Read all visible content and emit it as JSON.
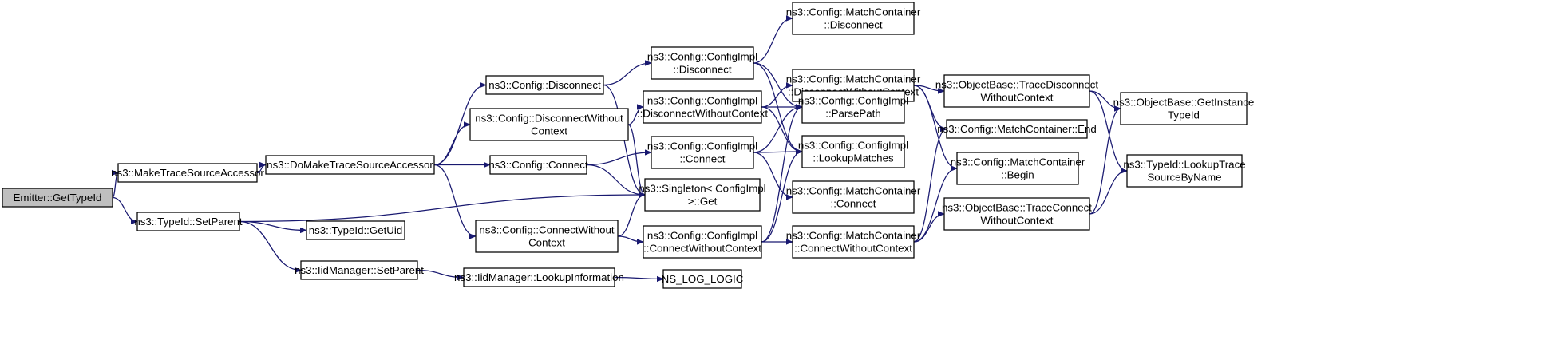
{
  "graph": {
    "edge_color": "#191970",
    "root_fill": "#bfbfbf",
    "nodes": [
      {
        "id": "emitter_gettypeid",
        "lines": [
          "Emitter::GetTypeId"
        ]
      },
      {
        "id": "make_trace_source_accessor",
        "lines": [
          "ns3::MakeTraceSourceAccessor"
        ]
      },
      {
        "id": "typeid_setparent",
        "lines": [
          "ns3::TypeId::SetParent"
        ]
      },
      {
        "id": "do_make_trace_source_accessor",
        "lines": [
          "ns3::DoMakeTraceSourceAccessor"
        ]
      },
      {
        "id": "singleton_get",
        "lines": [
          "ns3::Singleton< ConfigImpl",
          " >::Get"
        ]
      },
      {
        "id": "typeid_getuid",
        "lines": [
          "ns3::TypeId::GetUid"
        ]
      },
      {
        "id": "iidmanager_setparent",
        "lines": [
          "ns3::IidManager::SetParent"
        ]
      },
      {
        "id": "config_disconnect",
        "lines": [
          "ns3::Config::Disconnect"
        ]
      },
      {
        "id": "config_disconnect_without_context",
        "lines": [
          "ns3::Config::DisconnectWithout",
          "Context"
        ]
      },
      {
        "id": "config_connect",
        "lines": [
          "ns3::Config::Connect"
        ]
      },
      {
        "id": "config_connect_without_context",
        "lines": [
          "ns3::Config::ConnectWithout",
          "Context"
        ]
      },
      {
        "id": "iidmanager_lookupinformation",
        "lines": [
          "ns3::IidManager::LookupInformation"
        ]
      },
      {
        "id": "ns_log_logic",
        "lines": [
          "NS_LOG_LOGIC"
        ]
      },
      {
        "id": "configimpl_disconnect",
        "lines": [
          "ns3::Config::ConfigImpl",
          "::Disconnect"
        ]
      },
      {
        "id": "configimpl_disconnect_without_context",
        "lines": [
          "ns3::Config::ConfigImpl",
          "::DisconnectWithoutContext"
        ]
      },
      {
        "id": "configimpl_connect",
        "lines": [
          "ns3::Config::ConfigImpl",
          "::Connect"
        ]
      },
      {
        "id": "configimpl_connect_without_context",
        "lines": [
          "ns3::Config::ConfigImpl",
          "::ConnectWithoutContext"
        ]
      },
      {
        "id": "matchcontainer_disconnect",
        "lines": [
          "ns3::Config::MatchContainer",
          "::Disconnect"
        ]
      },
      {
        "id": "matchcontainer_disconnect_without_context",
        "lines": [
          "ns3::Config::MatchContainer",
          "::DisconnectWithoutContext"
        ]
      },
      {
        "id": "configimpl_parsepath",
        "lines": [
          "ns3::Config::ConfigImpl",
          "::ParsePath"
        ]
      },
      {
        "id": "configimpl_lookupmatches",
        "lines": [
          "ns3::Config::ConfigImpl",
          "::LookupMatches"
        ]
      },
      {
        "id": "matchcontainer_connect",
        "lines": [
          "ns3::Config::MatchContainer",
          "::Connect"
        ]
      },
      {
        "id": "matchcontainer_connect_without_context",
        "lines": [
          "ns3::Config::MatchContainer",
          "::ConnectWithoutContext"
        ]
      },
      {
        "id": "objectbase_trace_disconnect_without_context",
        "lines": [
          "ns3::ObjectBase::TraceDisconnect",
          "WithoutContext"
        ]
      },
      {
        "id": "matchcontainer_end",
        "lines": [
          "ns3::Config::MatchContainer::End"
        ]
      },
      {
        "id": "matchcontainer_begin",
        "lines": [
          "ns3::Config::MatchContainer",
          "::Begin"
        ]
      },
      {
        "id": "objectbase_trace_connect_without_context",
        "lines": [
          "ns3::ObjectBase::TraceConnect",
          "WithoutContext"
        ]
      },
      {
        "id": "objectbase_getinstancetypeid",
        "lines": [
          "ns3::ObjectBase::GetInstance",
          "TypeId"
        ]
      },
      {
        "id": "typeid_lookuptracesourcebyname",
        "lines": [
          "ns3::TypeId::LookupTrace",
          "SourceByName"
        ]
      }
    ],
    "edges": [
      [
        "emitter_gettypeid",
        "make_trace_source_accessor"
      ],
      [
        "emitter_gettypeid",
        "typeid_setparent"
      ],
      [
        "make_trace_source_accessor",
        "do_make_trace_source_accessor"
      ],
      [
        "typeid_setparent",
        "singleton_get"
      ],
      [
        "typeid_setparent",
        "typeid_getuid"
      ],
      [
        "typeid_setparent",
        "iidmanager_setparent"
      ],
      [
        "do_make_trace_source_accessor",
        "config_disconnect"
      ],
      [
        "do_make_trace_source_accessor",
        "config_disconnect_without_context"
      ],
      [
        "do_make_trace_source_accessor",
        "config_connect"
      ],
      [
        "do_make_trace_source_accessor",
        "config_connect_without_context"
      ],
      [
        "iidmanager_setparent",
        "iidmanager_lookupinformation"
      ],
      [
        "iidmanager_lookupinformation",
        "ns_log_logic"
      ],
      [
        "config_disconnect",
        "configimpl_disconnect"
      ],
      [
        "config_disconnect",
        "singleton_get"
      ],
      [
        "config_disconnect_without_context",
        "configimpl_disconnect_without_context"
      ],
      [
        "config_disconnect_without_context",
        "singleton_get"
      ],
      [
        "config_connect",
        "configimpl_connect"
      ],
      [
        "config_connect",
        "singleton_get"
      ],
      [
        "config_connect_without_context",
        "singleton_get"
      ],
      [
        "config_connect_without_context",
        "configimpl_connect_without_context"
      ],
      [
        "configimpl_disconnect",
        "matchcontainer_disconnect"
      ],
      [
        "configimpl_disconnect",
        "configimpl_parsepath"
      ],
      [
        "configimpl_disconnect",
        "configimpl_lookupmatches"
      ],
      [
        "configimpl_disconnect_without_context",
        "matchcontainer_disconnect_without_context"
      ],
      [
        "configimpl_disconnect_without_context",
        "configimpl_parsepath"
      ],
      [
        "configimpl_disconnect_without_context",
        "configimpl_lookupmatches"
      ],
      [
        "configimpl_connect",
        "configimpl_parsepath"
      ],
      [
        "configimpl_connect",
        "configimpl_lookupmatches"
      ],
      [
        "configimpl_connect",
        "matchcontainer_connect"
      ],
      [
        "configimpl_connect_without_context",
        "configimpl_parsepath"
      ],
      [
        "configimpl_connect_without_context",
        "configimpl_lookupmatches"
      ],
      [
        "configimpl_connect_without_context",
        "matchcontainer_connect_without_context"
      ],
      [
        "matchcontainer_disconnect_without_context",
        "objectbase_trace_disconnect_without_context"
      ],
      [
        "matchcontainer_disconnect_without_context",
        "matchcontainer_end"
      ],
      [
        "matchcontainer_disconnect_without_context",
        "matchcontainer_begin"
      ],
      [
        "matchcontainer_connect_without_context",
        "matchcontainer_end"
      ],
      [
        "matchcontainer_connect_without_context",
        "matchcontainer_begin"
      ],
      [
        "matchcontainer_connect_without_context",
        "objectbase_trace_connect_without_context"
      ],
      [
        "objectbase_trace_disconnect_without_context",
        "objectbase_getinstancetypeid"
      ],
      [
        "objectbase_trace_disconnect_without_context",
        "typeid_lookuptracesourcebyname"
      ],
      [
        "objectbase_trace_connect_without_context",
        "objectbase_getinstancetypeid"
      ],
      [
        "objectbase_trace_connect_without_context",
        "typeid_lookuptracesourcebyname"
      ]
    ]
  }
}
